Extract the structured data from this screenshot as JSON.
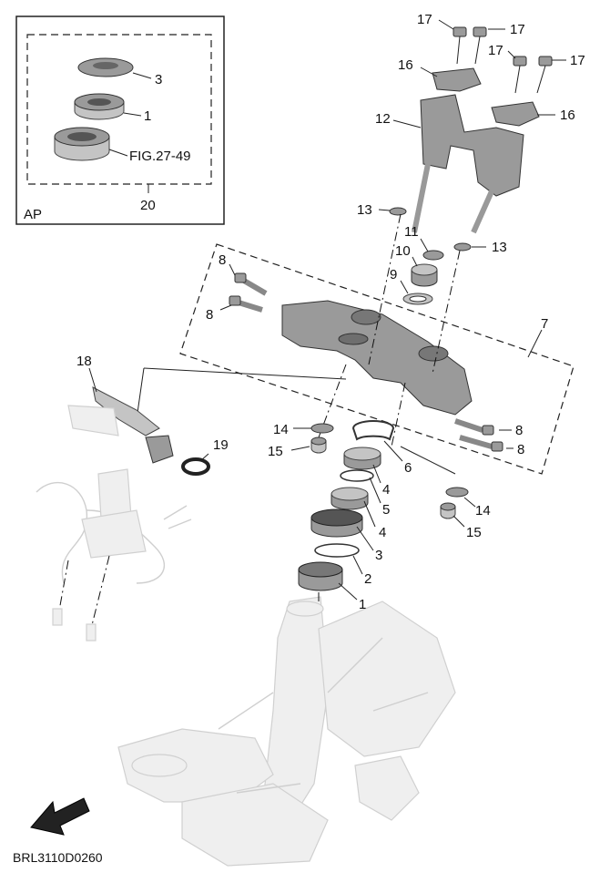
{
  "inset": {
    "corner_label": "AP",
    "callouts": [
      {
        "num": "3"
      },
      {
        "num": "1"
      },
      {
        "ref": "FIG.27-49"
      },
      {
        "num": "20"
      }
    ]
  },
  "callouts": [
    {
      "num": "17"
    },
    {
      "num": "17"
    },
    {
      "num": "17"
    },
    {
      "num": "17"
    },
    {
      "num": "16"
    },
    {
      "num": "16"
    },
    {
      "num": "12"
    },
    {
      "num": "13"
    },
    {
      "num": "13"
    },
    {
      "num": "11"
    },
    {
      "num": "10"
    },
    {
      "num": "9"
    },
    {
      "num": "8"
    },
    {
      "num": "8"
    },
    {
      "num": "8"
    },
    {
      "num": "8"
    },
    {
      "num": "7"
    },
    {
      "num": "18"
    },
    {
      "num": "19"
    },
    {
      "num": "14"
    },
    {
      "num": "14"
    },
    {
      "num": "15"
    },
    {
      "num": "15"
    },
    {
      "num": "6"
    },
    {
      "num": "4"
    },
    {
      "num": "5"
    },
    {
      "num": "4"
    },
    {
      "num": "3"
    },
    {
      "num": "2"
    },
    {
      "num": "1"
    }
  ],
  "diagram_code": "BRL3110D0260",
  "colors": {
    "part_fill": "#9a9a9a",
    "ghost_fill": "#efefef",
    "line": "#222222"
  }
}
